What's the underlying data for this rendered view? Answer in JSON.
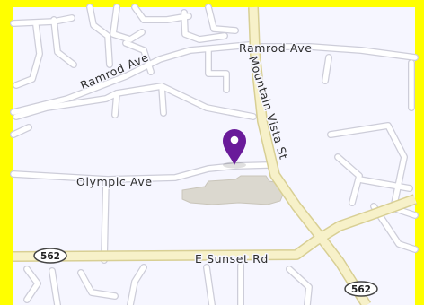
{
  "map": {
    "colors": {
      "frame": "#ffff00",
      "land": "#f6f6ff",
      "street": "#ffffff",
      "street_casing": "#cdcdd9",
      "arterial": "#f7f1c9",
      "arterial_casing": "#d8cf94",
      "building": "#dbd8cf",
      "pin": "#6a1b9a"
    },
    "streets": {
      "ramrod_ave_west": "Ramrod Ave",
      "ramrod_ave_east": "Ramrod Ave",
      "mountain_vista_st": "Mountain Vista St",
      "olympic_ave": "Olympic Ave",
      "e_sunset_rd": "E Sunset Rd"
    },
    "route_shields": {
      "west": "562",
      "east": "562"
    },
    "marker": {
      "icon": "map-pin-icon"
    }
  }
}
